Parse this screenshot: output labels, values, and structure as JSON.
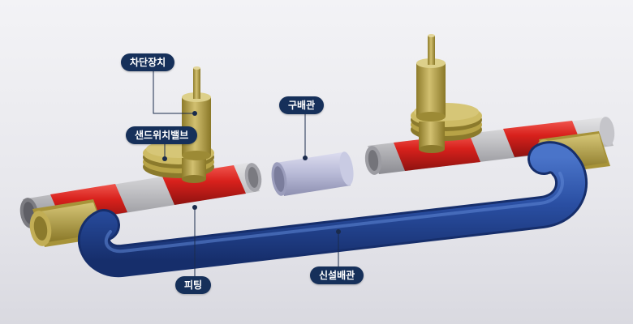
{
  "labels": {
    "shutoff_device": "차단장치",
    "sandwich_valve": "샌드위치밸브",
    "old_pipe": "구배관",
    "fitting": "피팅",
    "new_pipe": "신설배관"
  },
  "colors": {
    "navy_label": "#16305a",
    "pipe_gray": "#b9b9bd",
    "fitting_red": "#d8211c",
    "new_pipe_blue": "#2a4fa3",
    "valve_olive": "#b7a346",
    "old_pipe_lavender": "#b7b9d6"
  }
}
